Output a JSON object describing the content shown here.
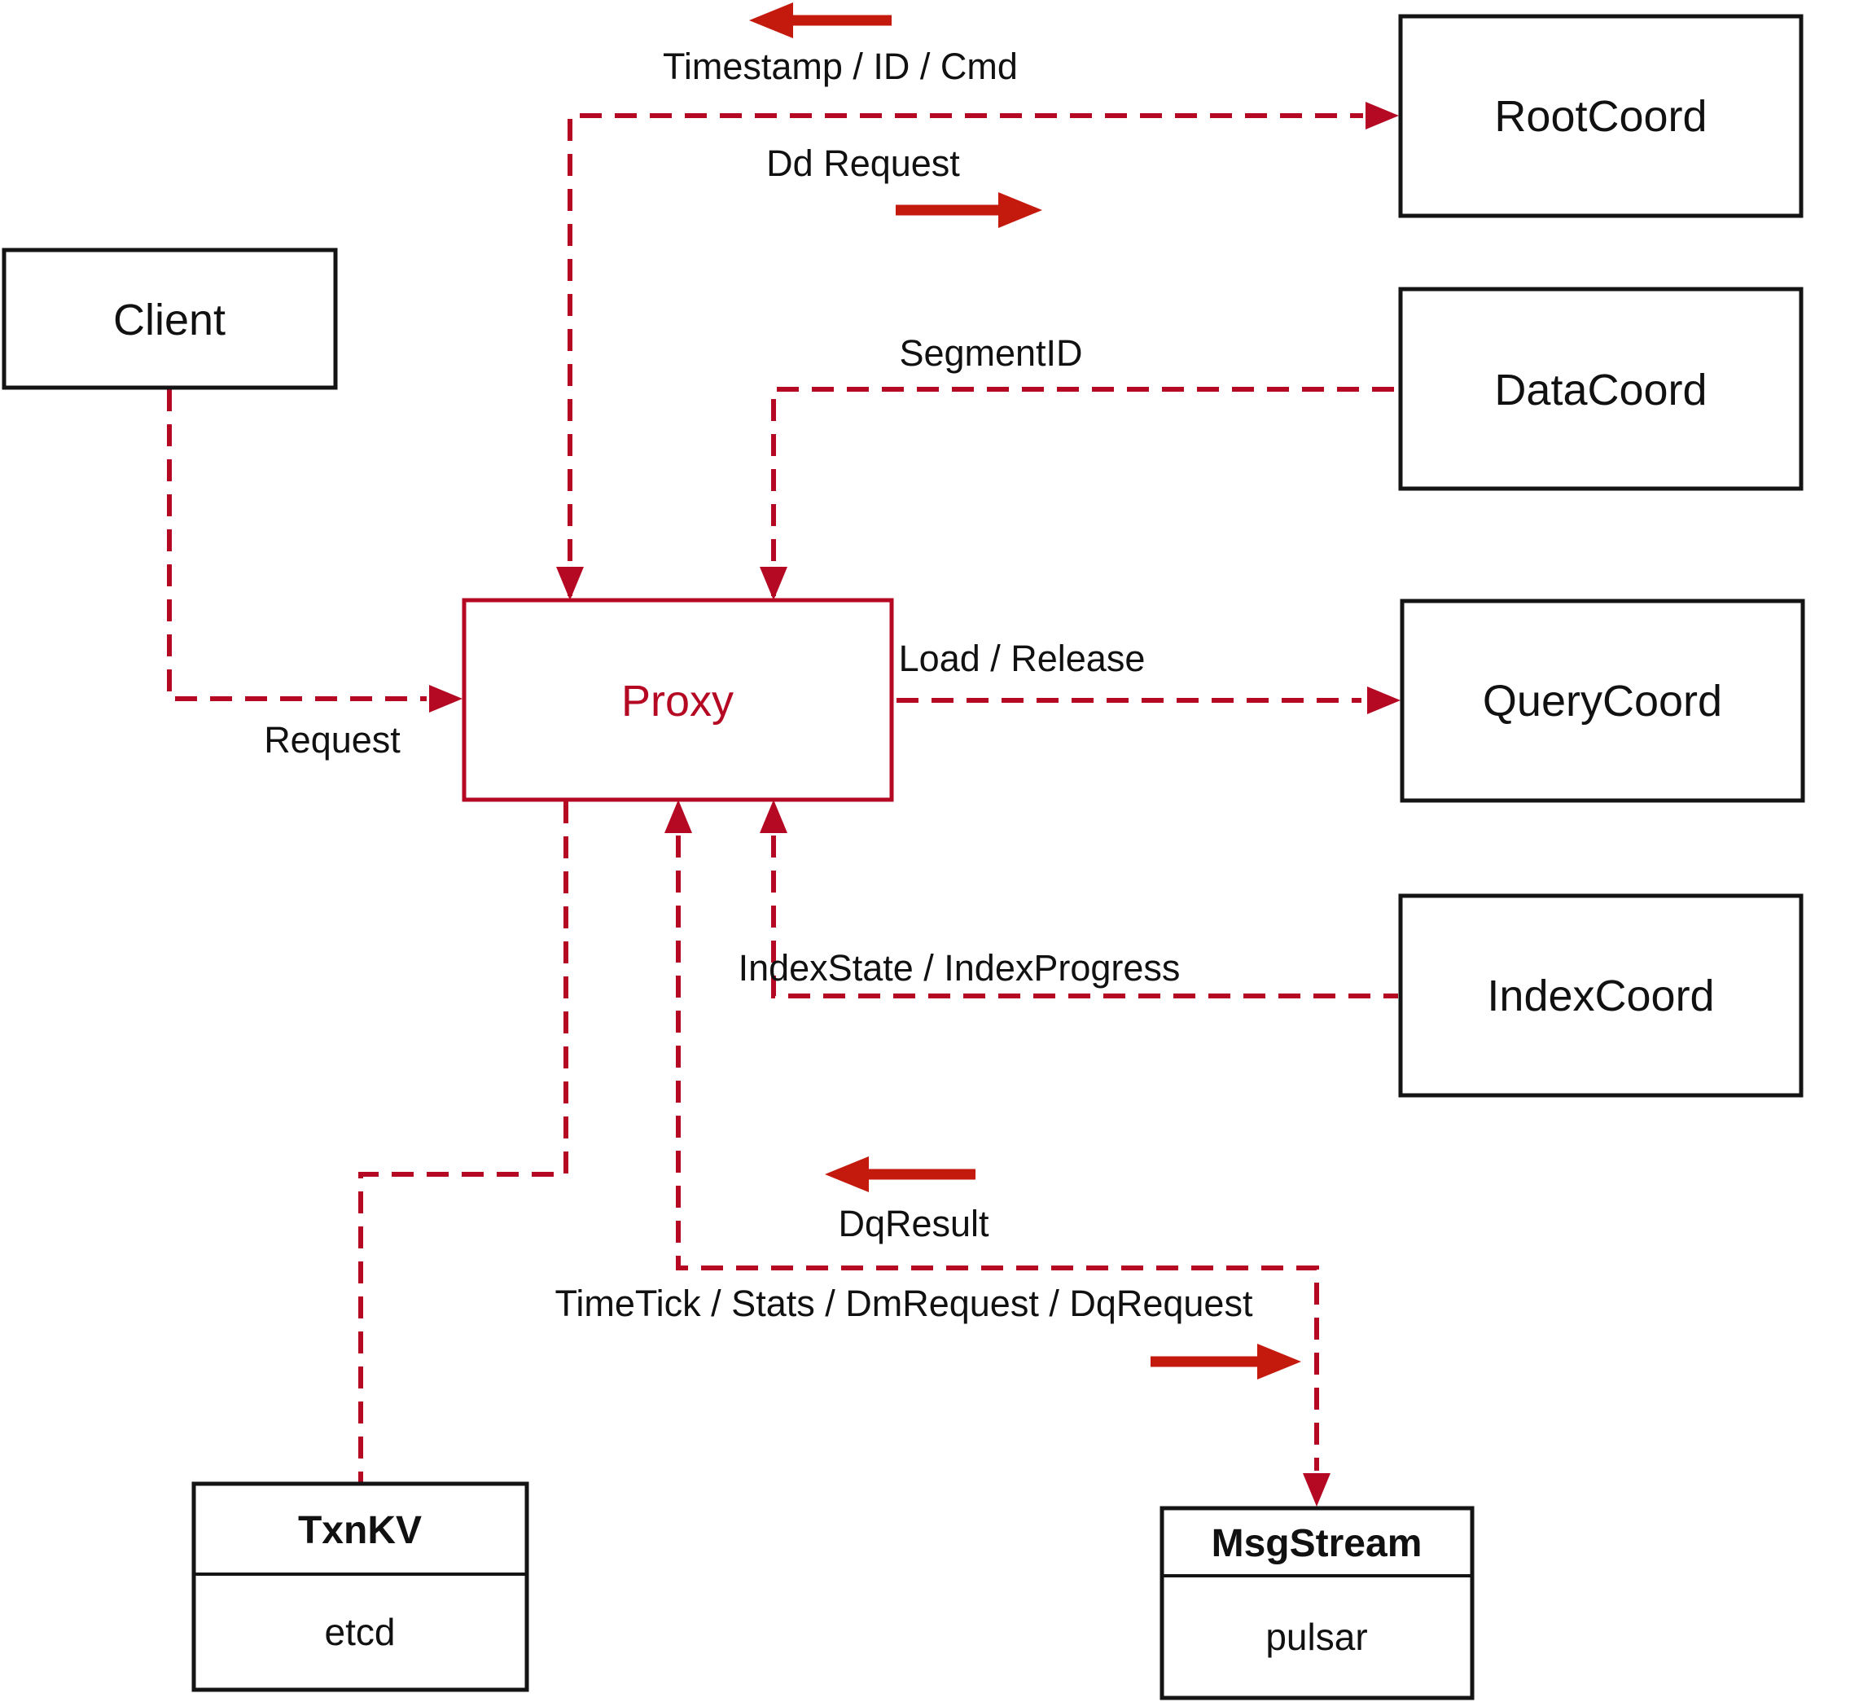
{
  "diagram": {
    "nodes": {
      "client": "Client",
      "proxy": "Proxy",
      "rootcoord": "RootCoord",
      "datacoord": "DataCoord",
      "querycoord": "QueryCoord",
      "indexcoord": "IndexCoord",
      "txnkv_title": "TxnKV",
      "txnkv_sub": "etcd",
      "msgstream_title": "MsgStream",
      "msgstream_sub": "pulsar"
    },
    "edge_labels": {
      "root": "Timestamp / ID / Cmd",
      "dd": "Dd Request",
      "segment": "SegmentID",
      "load": "Load / Release",
      "index": "IndexState / IndexProgress",
      "request": "Request",
      "dqresult": "DqResult",
      "timetick": "TimeTick / Stats / DmRequest / DqRequest"
    },
    "colors": {
      "dashed_line": "#b40823",
      "solid_arrow": "#c41a0e",
      "box_border": "#141414",
      "proxy_accent": "#b40823"
    }
  }
}
